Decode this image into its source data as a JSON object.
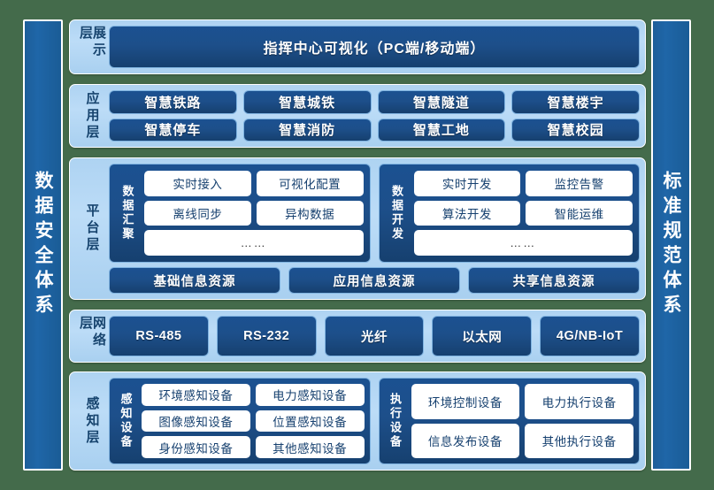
{
  "colors": {
    "page_background": "#446b4b",
    "pillar_blue": "#1f66a8",
    "layer_panel_blue": "#b6d8f5",
    "dark_box_blue": "#1b5191",
    "white_box": "#ffffff",
    "label_text": "#17446e"
  },
  "pillars": {
    "left": "数据安全体系",
    "right": "标准规范体系"
  },
  "layers": [
    {
      "id": "display",
      "label": "展示层",
      "banner": "指挥中心可视化（PC端/移动端）"
    },
    {
      "id": "application",
      "label": "应用层",
      "rows": [
        [
          "智慧铁路",
          "智慧城铁",
          "智慧隧道",
          "智慧楼宇"
        ],
        [
          "智慧停车",
          "智慧消防",
          "智慧工地",
          "智慧校园"
        ]
      ]
    },
    {
      "id": "platform",
      "label": "平台层",
      "groups": [
        {
          "label": "数据汇聚",
          "rows": [
            [
              "实时接入",
              "可视化配置"
            ],
            [
              "离线同步",
              "异构数据"
            ],
            [
              "……"
            ]
          ]
        },
        {
          "label": "数据开发",
          "rows": [
            [
              "实时开发",
              "监控告警"
            ],
            [
              "算法开发",
              "智能运维"
            ],
            [
              "……"
            ]
          ]
        }
      ],
      "resources": [
        "基础信息资源",
        "应用信息资源",
        "共享信息资源"
      ]
    },
    {
      "id": "network",
      "label": "网络层",
      "items": [
        "RS-485",
        "RS-232",
        "光纤",
        "以太网",
        "4G/NB-IoT"
      ]
    },
    {
      "id": "perception",
      "label": "感知层",
      "groups": [
        {
          "label": "感知设备",
          "rows": [
            [
              "环境感知设备",
              "电力感知设备"
            ],
            [
              "图像感知设备",
              "位置感知设备"
            ],
            [
              "身份感知设备",
              "其他感知设备"
            ]
          ]
        },
        {
          "label": "执行设备",
          "rows": [
            [
              "环境控制设备",
              "电力执行设备"
            ],
            [
              "信息发布设备",
              "其他执行设备"
            ]
          ]
        }
      ]
    }
  ]
}
